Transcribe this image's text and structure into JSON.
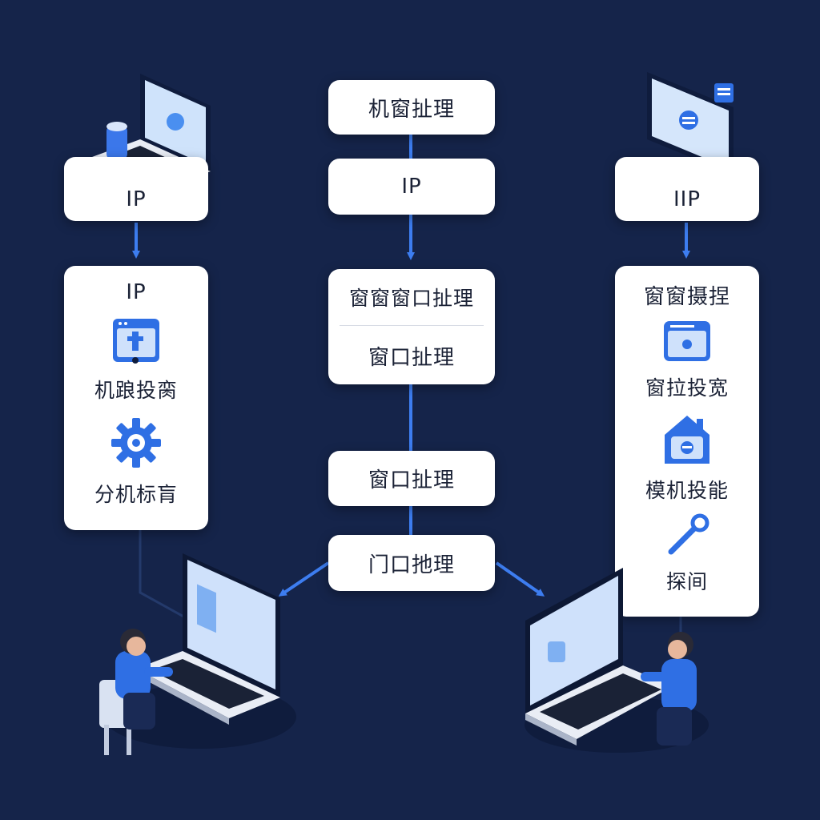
{
  "colors": {
    "background": "#15244a",
    "card": "#ffffff",
    "accent": "#2f6fe4",
    "line": "#3d7df0",
    "text": "#1b2236"
  },
  "left": {
    "top_card": "IP",
    "panel": {
      "title": "IP",
      "item1_label": "机踉投脔",
      "item2_label": "分机标肓"
    },
    "icons": [
      "laptop-database-icon",
      "browser-window-icon",
      "gear-icon"
    ]
  },
  "center": {
    "card1": "机窗扯理",
    "card2": "IP",
    "card3_top": "窗窗窗口扯理",
    "card3_bottom": "窗口扯理",
    "card4": "窗口扯理",
    "card5": "门口扡理"
  },
  "right": {
    "top_card": "IIP",
    "panel": {
      "title": "窗窗摄捏",
      "item1_label": "窗拉投宽",
      "item2_label": "模机投能",
      "item3_label": "探间"
    },
    "icons": [
      "monitor-icon",
      "browser-window-icon",
      "home-icon",
      "pin-icon"
    ]
  }
}
